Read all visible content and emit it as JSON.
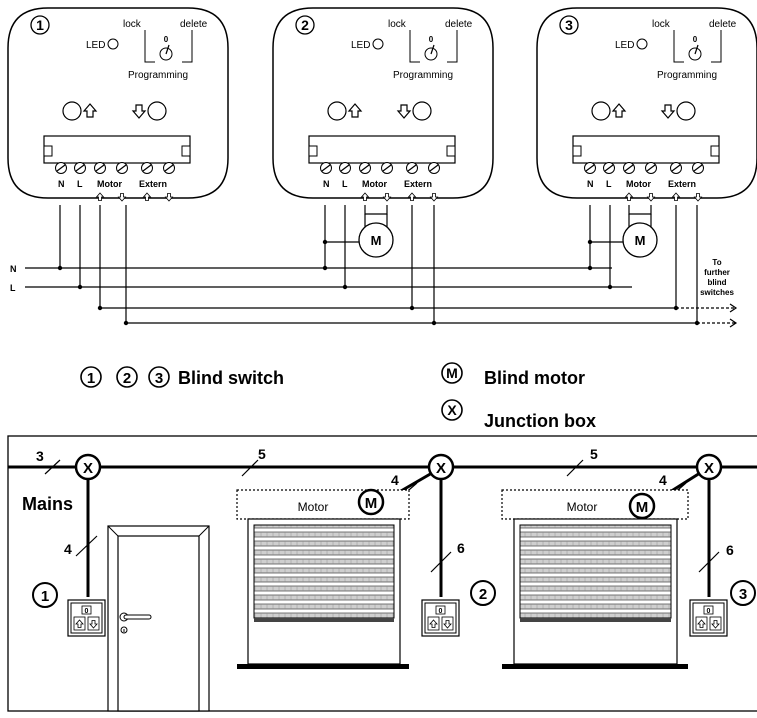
{
  "switch_labels": {
    "lock": "lock",
    "delete": "delete",
    "zero": "0",
    "led": "LED",
    "programming": "Programming"
  },
  "terminals": {
    "n": "N",
    "l": "L",
    "motor": "Motor",
    "extern": "Extern"
  },
  "switches": [
    "1",
    "2",
    "3"
  ],
  "motor_symbol": "M",
  "junction_symbol": "X",
  "wiring": {
    "n_label": "N",
    "l_label": "L",
    "note": [
      "To",
      "further",
      "blind",
      "switches"
    ]
  },
  "legend": {
    "blind_switch": "Blind switch",
    "blind_motor": "Blind motor",
    "junction_box": "Junction box",
    "numbers": [
      "1",
      "2",
      "3"
    ],
    "motor_symbol": "M",
    "junction_symbol": "X"
  },
  "installation": {
    "mains": "Mains",
    "motor_label": "Motor",
    "cable_numbers": {
      "c3": "3",
      "c4": "4",
      "c5": "5",
      "c6": "6"
    },
    "switch_numbers": [
      "1",
      "2",
      "3"
    ],
    "plate_zero": "0"
  }
}
